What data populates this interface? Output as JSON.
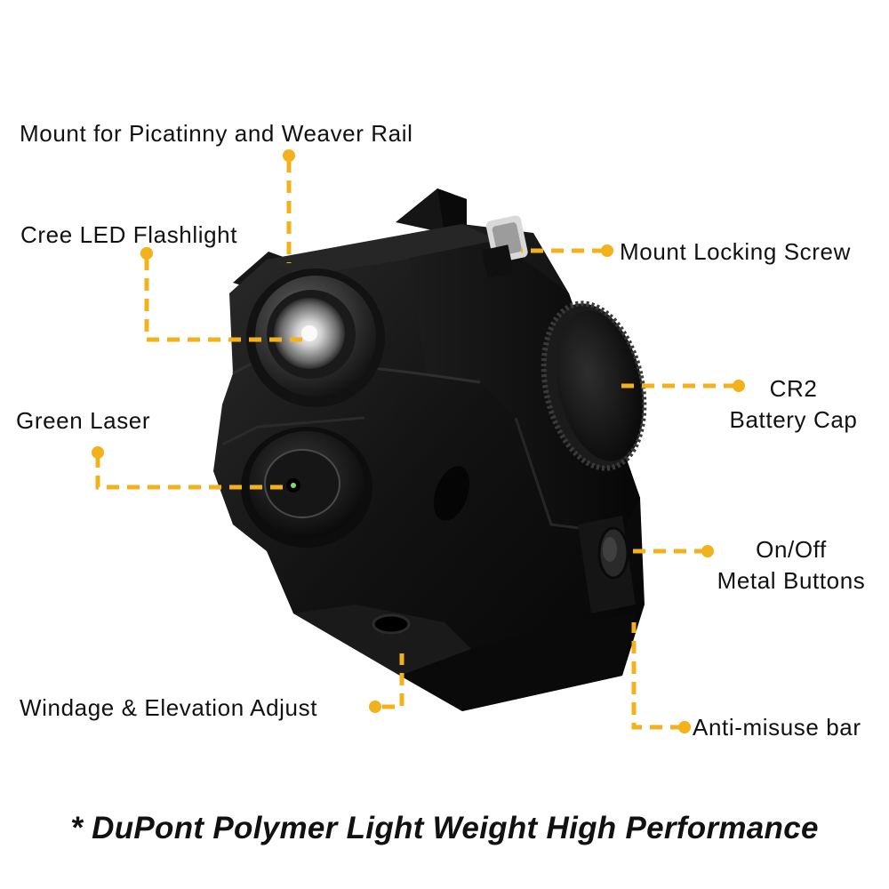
{
  "accent_color": "#F3B11B",
  "device_color": "#0c0c0c",
  "labels": {
    "mount": "Mount for Picatinny and Weaver Rail",
    "flashlight": "Cree LED Flashlight",
    "green_laser": "Green Laser",
    "windage": "Windage & Elevation Adjust",
    "locking_screw": "Mount Locking Screw",
    "battery_line1": "CR2",
    "battery_line2": "Battery Cap",
    "buttons_line1": "On/Off",
    "buttons_line2": "Metal Buttons",
    "anti_misuse": "Anti-misuse bar"
  },
  "footer": "* DuPont Polymer Light Weight High Performance"
}
